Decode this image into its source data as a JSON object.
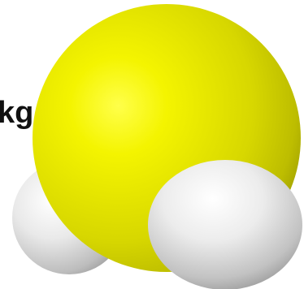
{
  "label": {
    "text": "kg"
  },
  "molecule": {
    "atoms": [
      {
        "name": "large-atom",
        "color": "#f2f200"
      },
      {
        "name": "small-atom-left",
        "color": "#e6e6e6"
      },
      {
        "name": "small-atom-right",
        "color": "#e6e6e6"
      }
    ]
  }
}
